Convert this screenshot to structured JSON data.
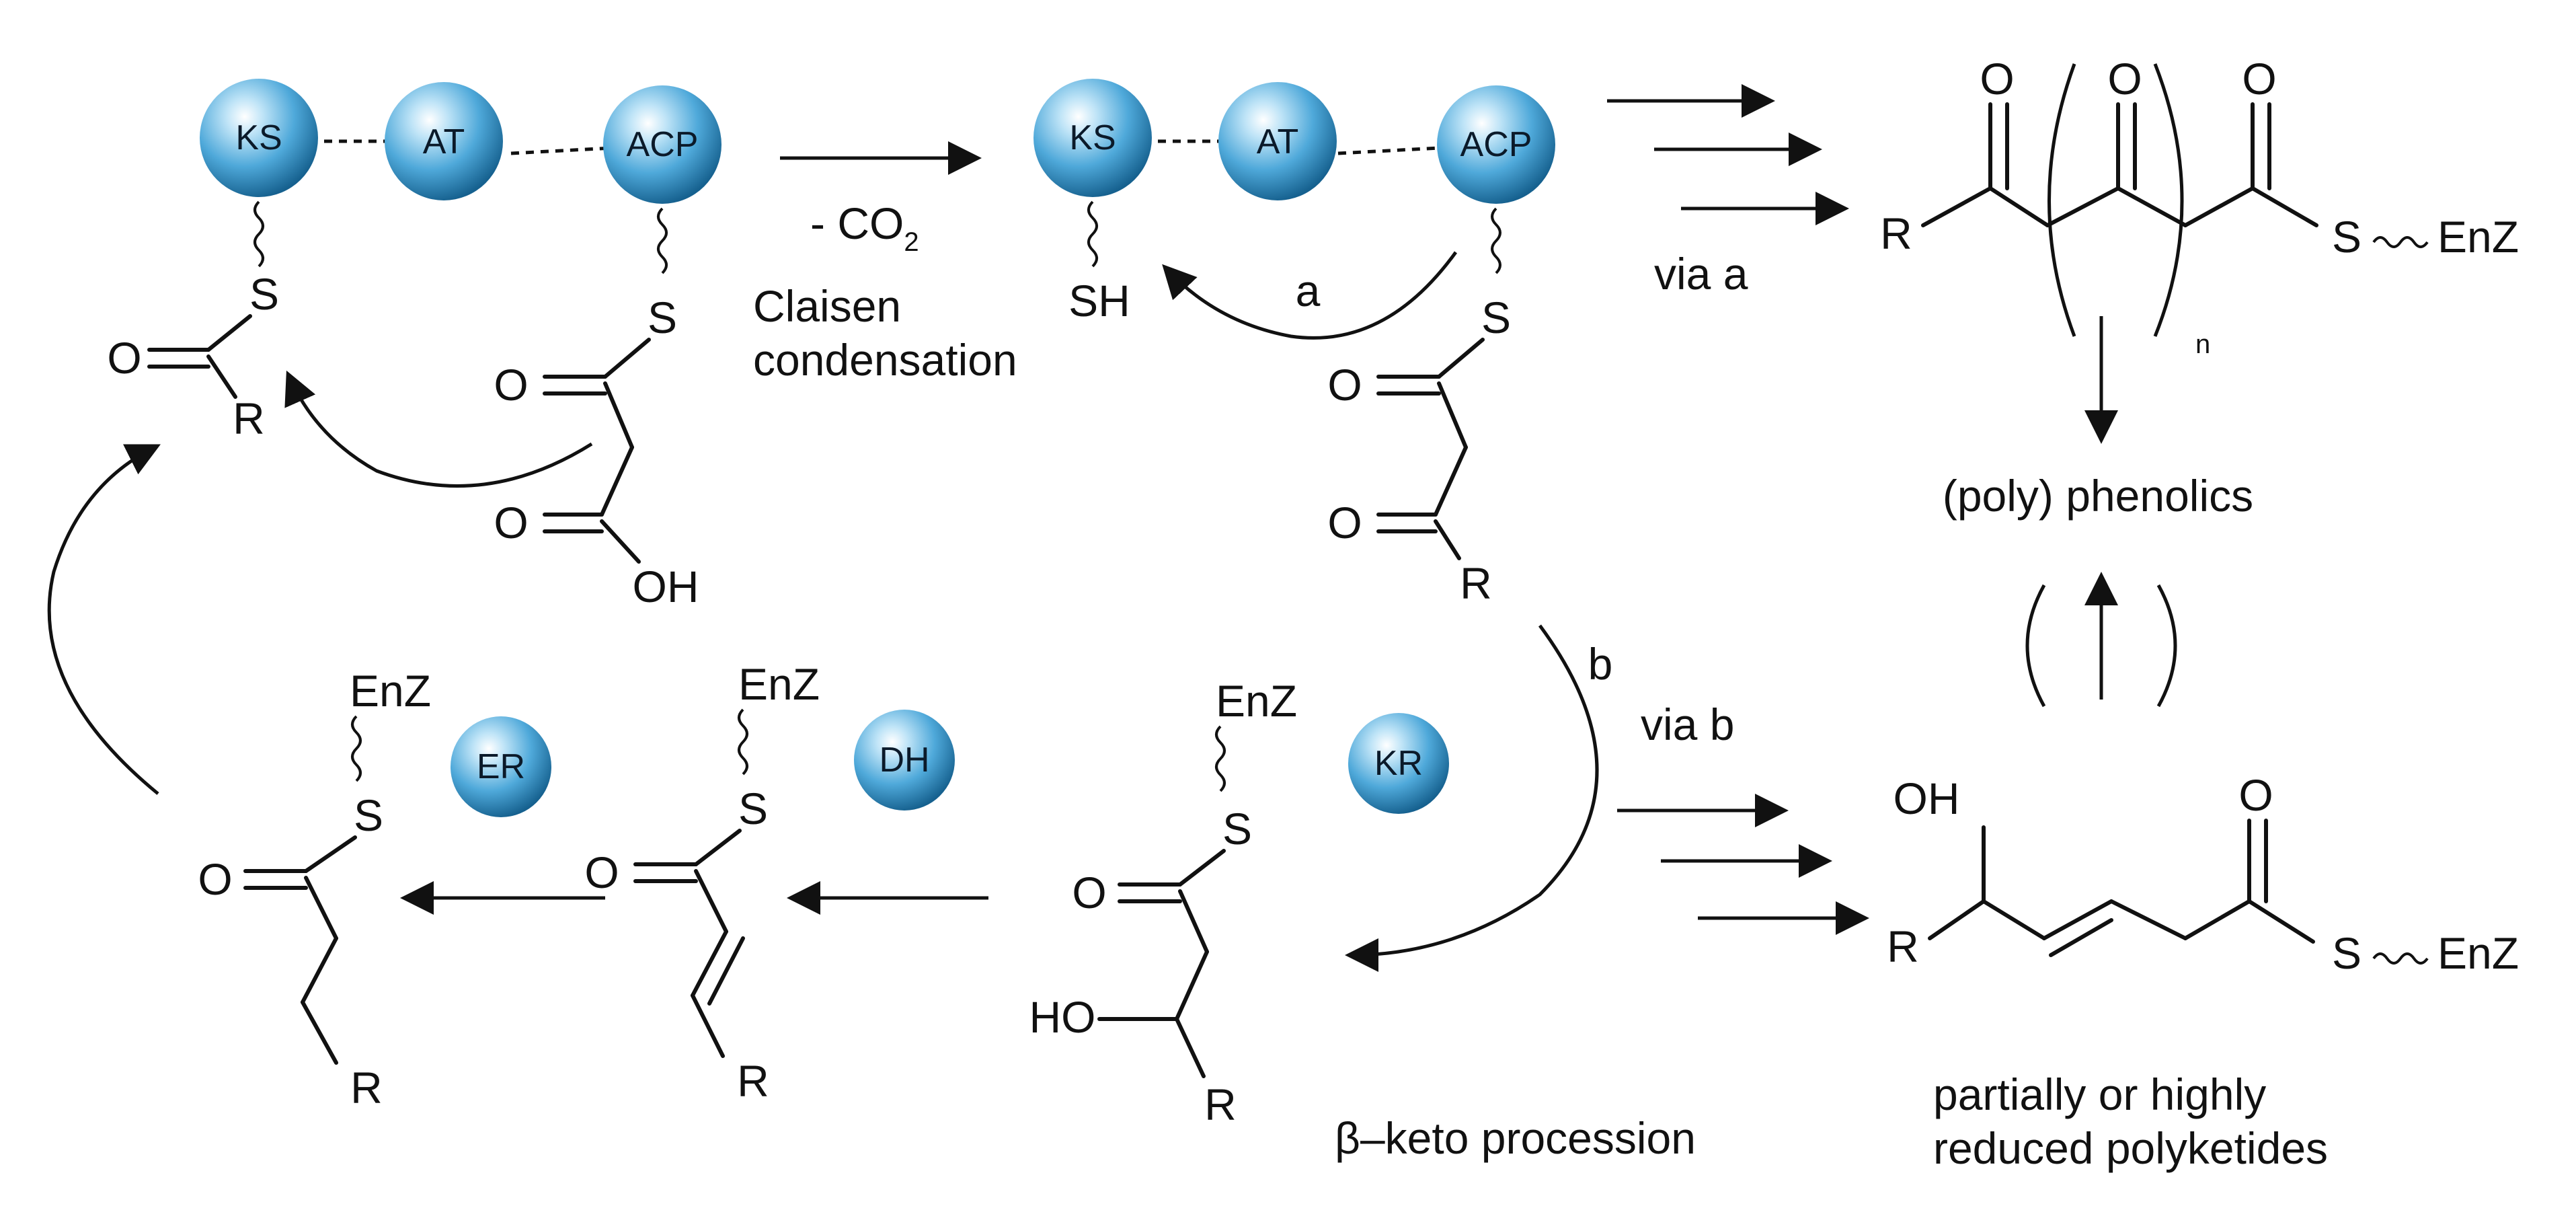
{
  "domains": {
    "ks": "KS",
    "at": "AT",
    "acp": "ACP",
    "er": "ER",
    "dh": "DH",
    "kr": "KR"
  },
  "atoms": {
    "O": "O",
    "S": "S",
    "R": "R",
    "SH": "SH",
    "OH": "OH",
    "HO": "HO",
    "EnZ": "EnZ",
    "n": "n"
  },
  "labels": {
    "minus_co": "- CO",
    "co_subscript": "2",
    "claisen_line1": "Claisen",
    "claisen_line2": "condensation",
    "a": "a",
    "b": "b",
    "via_a": "via a",
    "via_b": "via b",
    "poly_phenolics": "(poly) phenolics",
    "beta_keto": "β–keto procession",
    "reduced_line1": "partially or highly",
    "reduced_line2": "reduced polyketides"
  },
  "colors": {
    "sphere_light": "#e8f6fd",
    "sphere_mid": "#5cb4e0",
    "sphere_dark": "#1c6fa3",
    "ink": "#111111"
  }
}
